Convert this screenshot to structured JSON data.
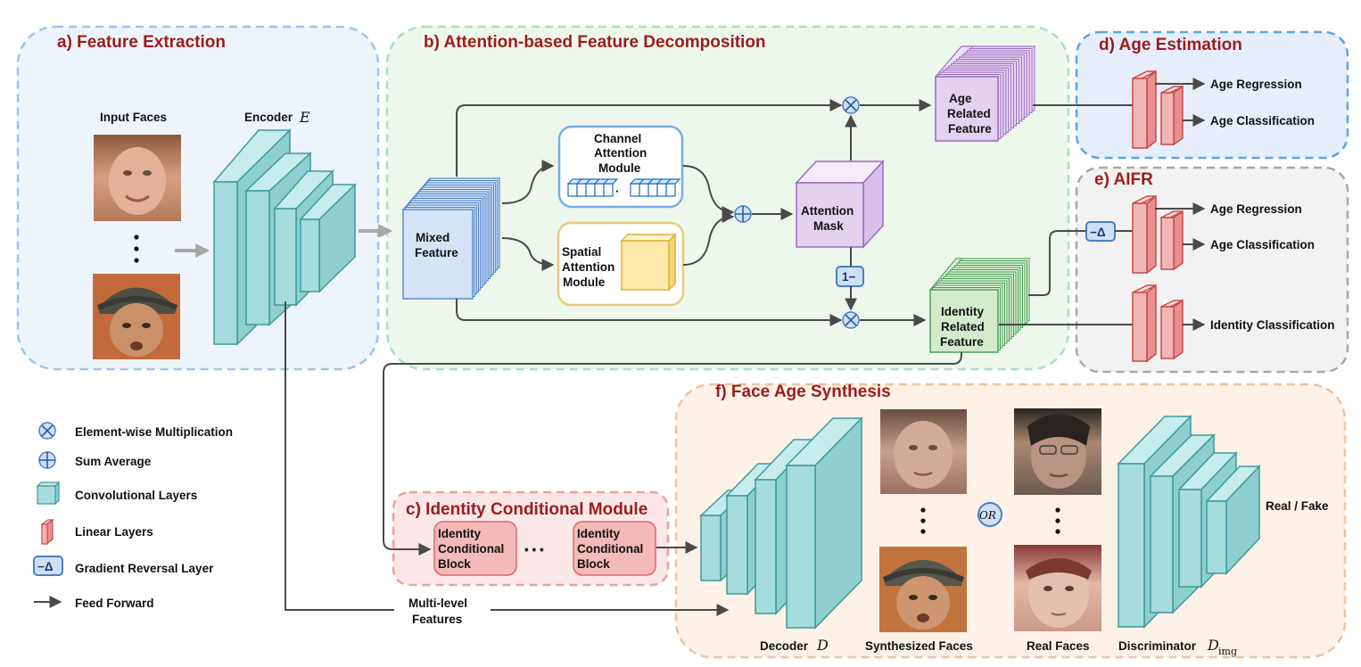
{
  "panels": {
    "a": "a) Feature Extraction",
    "b": "b) Attention-based Feature Decomposition",
    "c": "c) Identity Conditional Module",
    "d": "d) Age Estimation",
    "e": "e) AIFR",
    "f": "f) Face Age Synthesis"
  },
  "feature_extraction": {
    "input_faces": "Input Faces",
    "encoder": "Encoder",
    "encoder_symbol": "E"
  },
  "decomposition": {
    "mixed_feature": [
      "Mixed",
      "Feature"
    ],
    "channel_attention": [
      "Channel",
      "Attention",
      "Module"
    ],
    "spatial_attention": [
      "Spatial",
      "Attention",
      "Module"
    ],
    "attention_mask": [
      "Attention",
      "Mask"
    ],
    "one_minus": "1−",
    "age_related": [
      "Age",
      "Related",
      "Feature"
    ],
    "identity_related": [
      "Identity",
      "Related",
      "Feature"
    ]
  },
  "age_estimation": {
    "age_regression": "Age Regression",
    "age_classification": "Age Classification"
  },
  "aifr": {
    "grl_symbol": "−Δ",
    "age_regression": "Age Regression",
    "age_classification": "Age Classification",
    "identity_classification": "Identity Classification"
  },
  "icm": {
    "block_1": [
      "Identity",
      "Conditional",
      "Block"
    ],
    "block_2": [
      "Identity",
      "Conditional",
      "Block"
    ],
    "ellipsis": "• • •"
  },
  "synthesis": {
    "decoder": "Decoder",
    "decoder_symbol": "D",
    "synthesized_faces": "Synthesized Faces",
    "or": "OR",
    "real_faces": "Real Faces",
    "discriminator": "Discriminator",
    "discriminator_symbol": "D",
    "discriminator_sub": "img",
    "real_fake": "Real / Fake",
    "multi_level": [
      "Multi-level",
      "Features"
    ]
  },
  "legend": {
    "items": [
      {
        "icon": "element-wise-multiplication-icon",
        "label": "Element-wise Multiplication"
      },
      {
        "icon": "sum-average-icon",
        "label": "Sum Average"
      },
      {
        "icon": "convolutional-layer-icon",
        "label": "Convolutional Layers"
      },
      {
        "icon": "linear-layer-icon",
        "label": "Linear Layers"
      },
      {
        "icon": "gradient-reversal-icon",
        "label": "Gradient Reversal Layer"
      },
      {
        "icon": "feed-forward-arrow-icon",
        "label": "Feed Forward"
      }
    ]
  },
  "colors": {
    "title_red": "#9b1c1c",
    "conv_teal": "#a6dcdc",
    "linear_red": "#f2b5b5",
    "age_purple": "#e3d2ef",
    "identity_green": "#d3ebc9",
    "mixed_blue": "#cfe0f5"
  }
}
